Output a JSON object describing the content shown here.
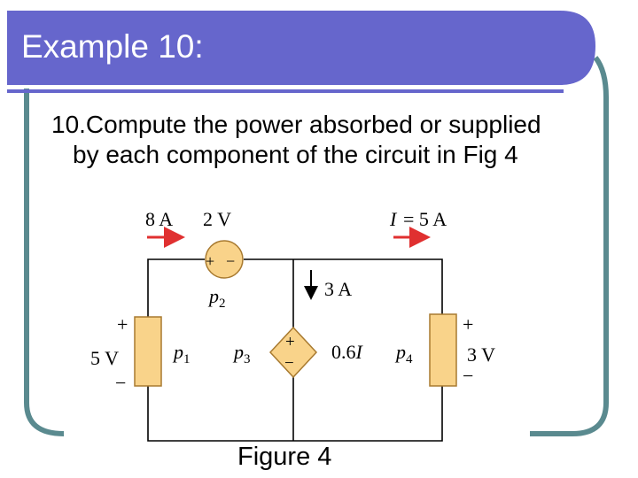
{
  "slide": {
    "title": "Example 10:",
    "problem_text": "10.Compute the power absorbed or supplied by each component of the circuit in Fig 4",
    "figure_caption": "Figure 4"
  },
  "circuit": {
    "top_left_current": "8 A",
    "top_source_voltage": "2 V",
    "top_right_current_symbol": "I",
    "top_right_current_value": "= 5 A",
    "middle_branch_current": "3 A",
    "left_source_voltage": "5 V",
    "right_source_voltage": "3 V",
    "dependent_source_value": "0.6I",
    "labels": {
      "p1": "p",
      "p1_sub": "1",
      "p2": "p",
      "p2_sub": "2",
      "p3": "p",
      "p3_sub": "3",
      "p4": "p",
      "p4_sub": "4"
    },
    "plus_sign": "+",
    "minus_sign": "−"
  },
  "colors": {
    "title_bar": "#6666cc",
    "frame_border": "#5a8a8f",
    "component_fill": "#f9d38a",
    "component_stroke": "#a87a30",
    "arrow_red": "#e03030",
    "wire": "#000000"
  }
}
